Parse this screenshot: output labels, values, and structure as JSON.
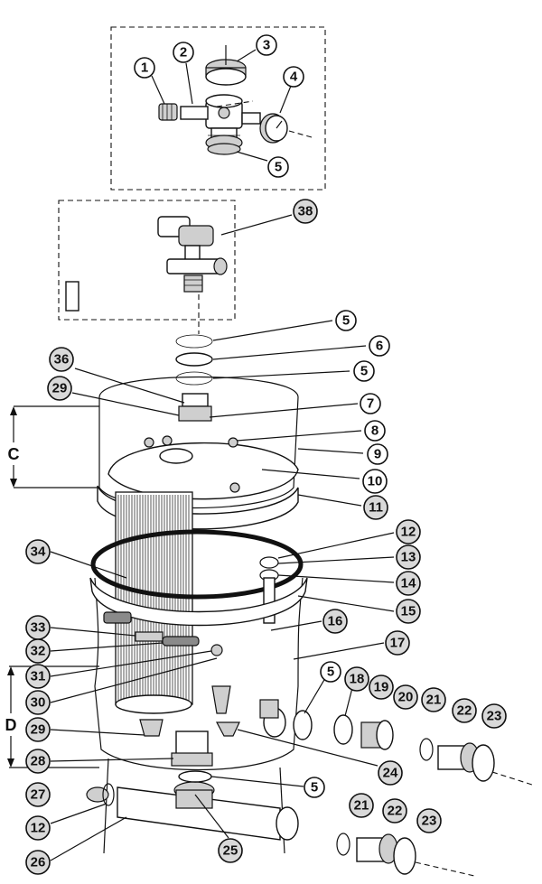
{
  "callouts": {
    "c1": "1",
    "c2": "2",
    "c3": "3",
    "c4": "4",
    "c5a": "5",
    "c38": "38",
    "c5b": "5",
    "c6": "6",
    "c5c": "5",
    "c36": "36",
    "c29a": "29",
    "c7": "7",
    "c8": "8",
    "c9": "9",
    "c10": "10",
    "c11": "11",
    "c12a": "12",
    "c13": "13",
    "c34": "34",
    "c14": "14",
    "c15": "15",
    "c16": "16",
    "c33": "33",
    "c32": "32",
    "c17": "17",
    "c31": "31",
    "c30": "30",
    "c5d": "5",
    "c18": "18",
    "c19": "19",
    "c20": "20",
    "c21a": "21",
    "c22a": "22",
    "c23a": "23",
    "c29b": "29",
    "c28": "28",
    "c24": "24",
    "c5e": "5",
    "c27": "27",
    "c12b": "12",
    "c21b": "21",
    "c22b": "22",
    "c23b": "23",
    "c26": "26",
    "c25": "25"
  },
  "dimensions": {
    "c_label": "C",
    "d_label": "D"
  },
  "icons": [
    "valve-assembly",
    "pressure-gauge",
    "hose",
    "filter-cartridge",
    "filter-tank"
  ]
}
